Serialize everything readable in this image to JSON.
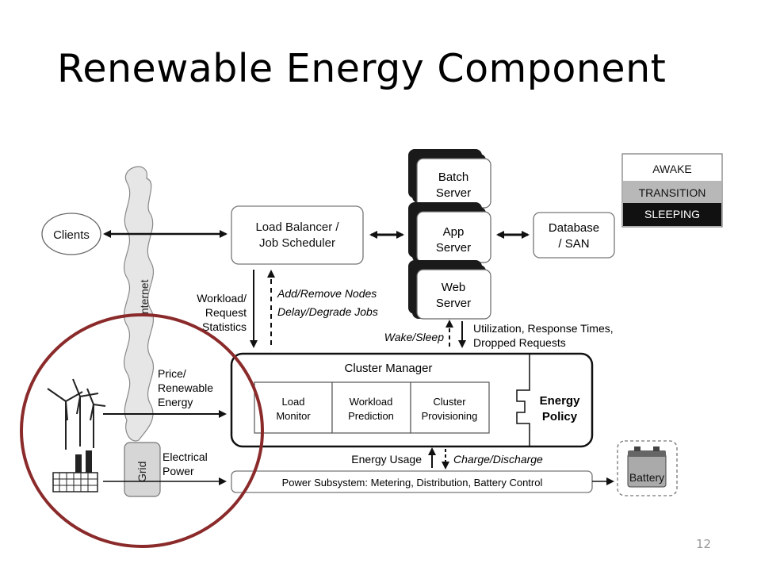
{
  "slide": {
    "title": "Renewable Energy Component",
    "page_number": "12"
  },
  "legend": {
    "awake": "AWAKE",
    "transition": "TRANSITION",
    "sleeping": "SLEEPING"
  },
  "nodes": {
    "clients": "Clients",
    "internet": "Internet",
    "grid": "Grid",
    "load_balancer": [
      "Load Balancer /",
      "Job Scheduler"
    ],
    "batch_server": [
      "Batch",
      "Server"
    ],
    "app_server": [
      "App",
      "Server"
    ],
    "web_server": [
      "Web",
      "Server"
    ],
    "database": [
      "Database",
      "/ SAN"
    ],
    "cluster_manager": "Cluster Manager",
    "load_monitor": [
      "Load",
      "Monitor"
    ],
    "workload_prediction": [
      "Workload",
      "Prediction"
    ],
    "cluster_provisioning": [
      "Cluster",
      "Provisioning"
    ],
    "energy_policy": [
      "Energy",
      "Policy"
    ],
    "power_subsystem": "Power Subsystem: Metering, Distribution, Battery Control",
    "battery": "Battery"
  },
  "labels": {
    "workload_stats": [
      "Workload/",
      "Request",
      "Statistics"
    ],
    "add_remove": "Add/Remove Nodes",
    "delay_degrade": "Delay/Degrade Jobs",
    "wake_sleep": "Wake/Sleep",
    "utilization": [
      "Utilization, Response Times,",
      "Dropped Requests"
    ],
    "price_renewable": [
      "Price/",
      "Renewable",
      "Energy"
    ],
    "electrical_power": [
      "Electrical",
      "Power"
    ],
    "energy_usage": "Energy Usage",
    "charge_discharge": "Charge/Discharge"
  },
  "colors": {
    "highlight_circle": "#8b2a2a",
    "box_fill": "#ffffff",
    "node_shadow": "#1a1a1a",
    "grid_fill": "#d6d6d6",
    "sleeping_fill": "#111111",
    "transition_fill": "#b8b8b8"
  }
}
